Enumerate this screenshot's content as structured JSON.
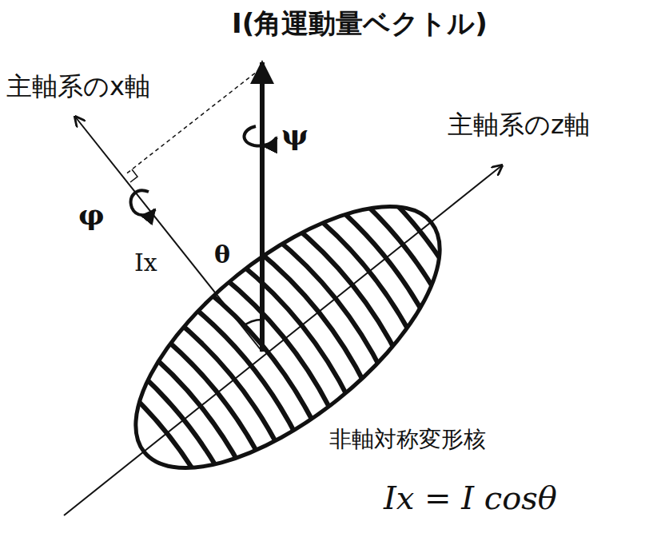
{
  "diagram": {
    "labels": [
      "I(角運動量ベクトル)",
      "主軸系のx軸",
      "ψ",
      "φ",
      "Ix",
      "θ",
      "主軸系のz軸",
      "非軸対称変形核",
      "Ix = I cosθ"
    ]
  }
}
